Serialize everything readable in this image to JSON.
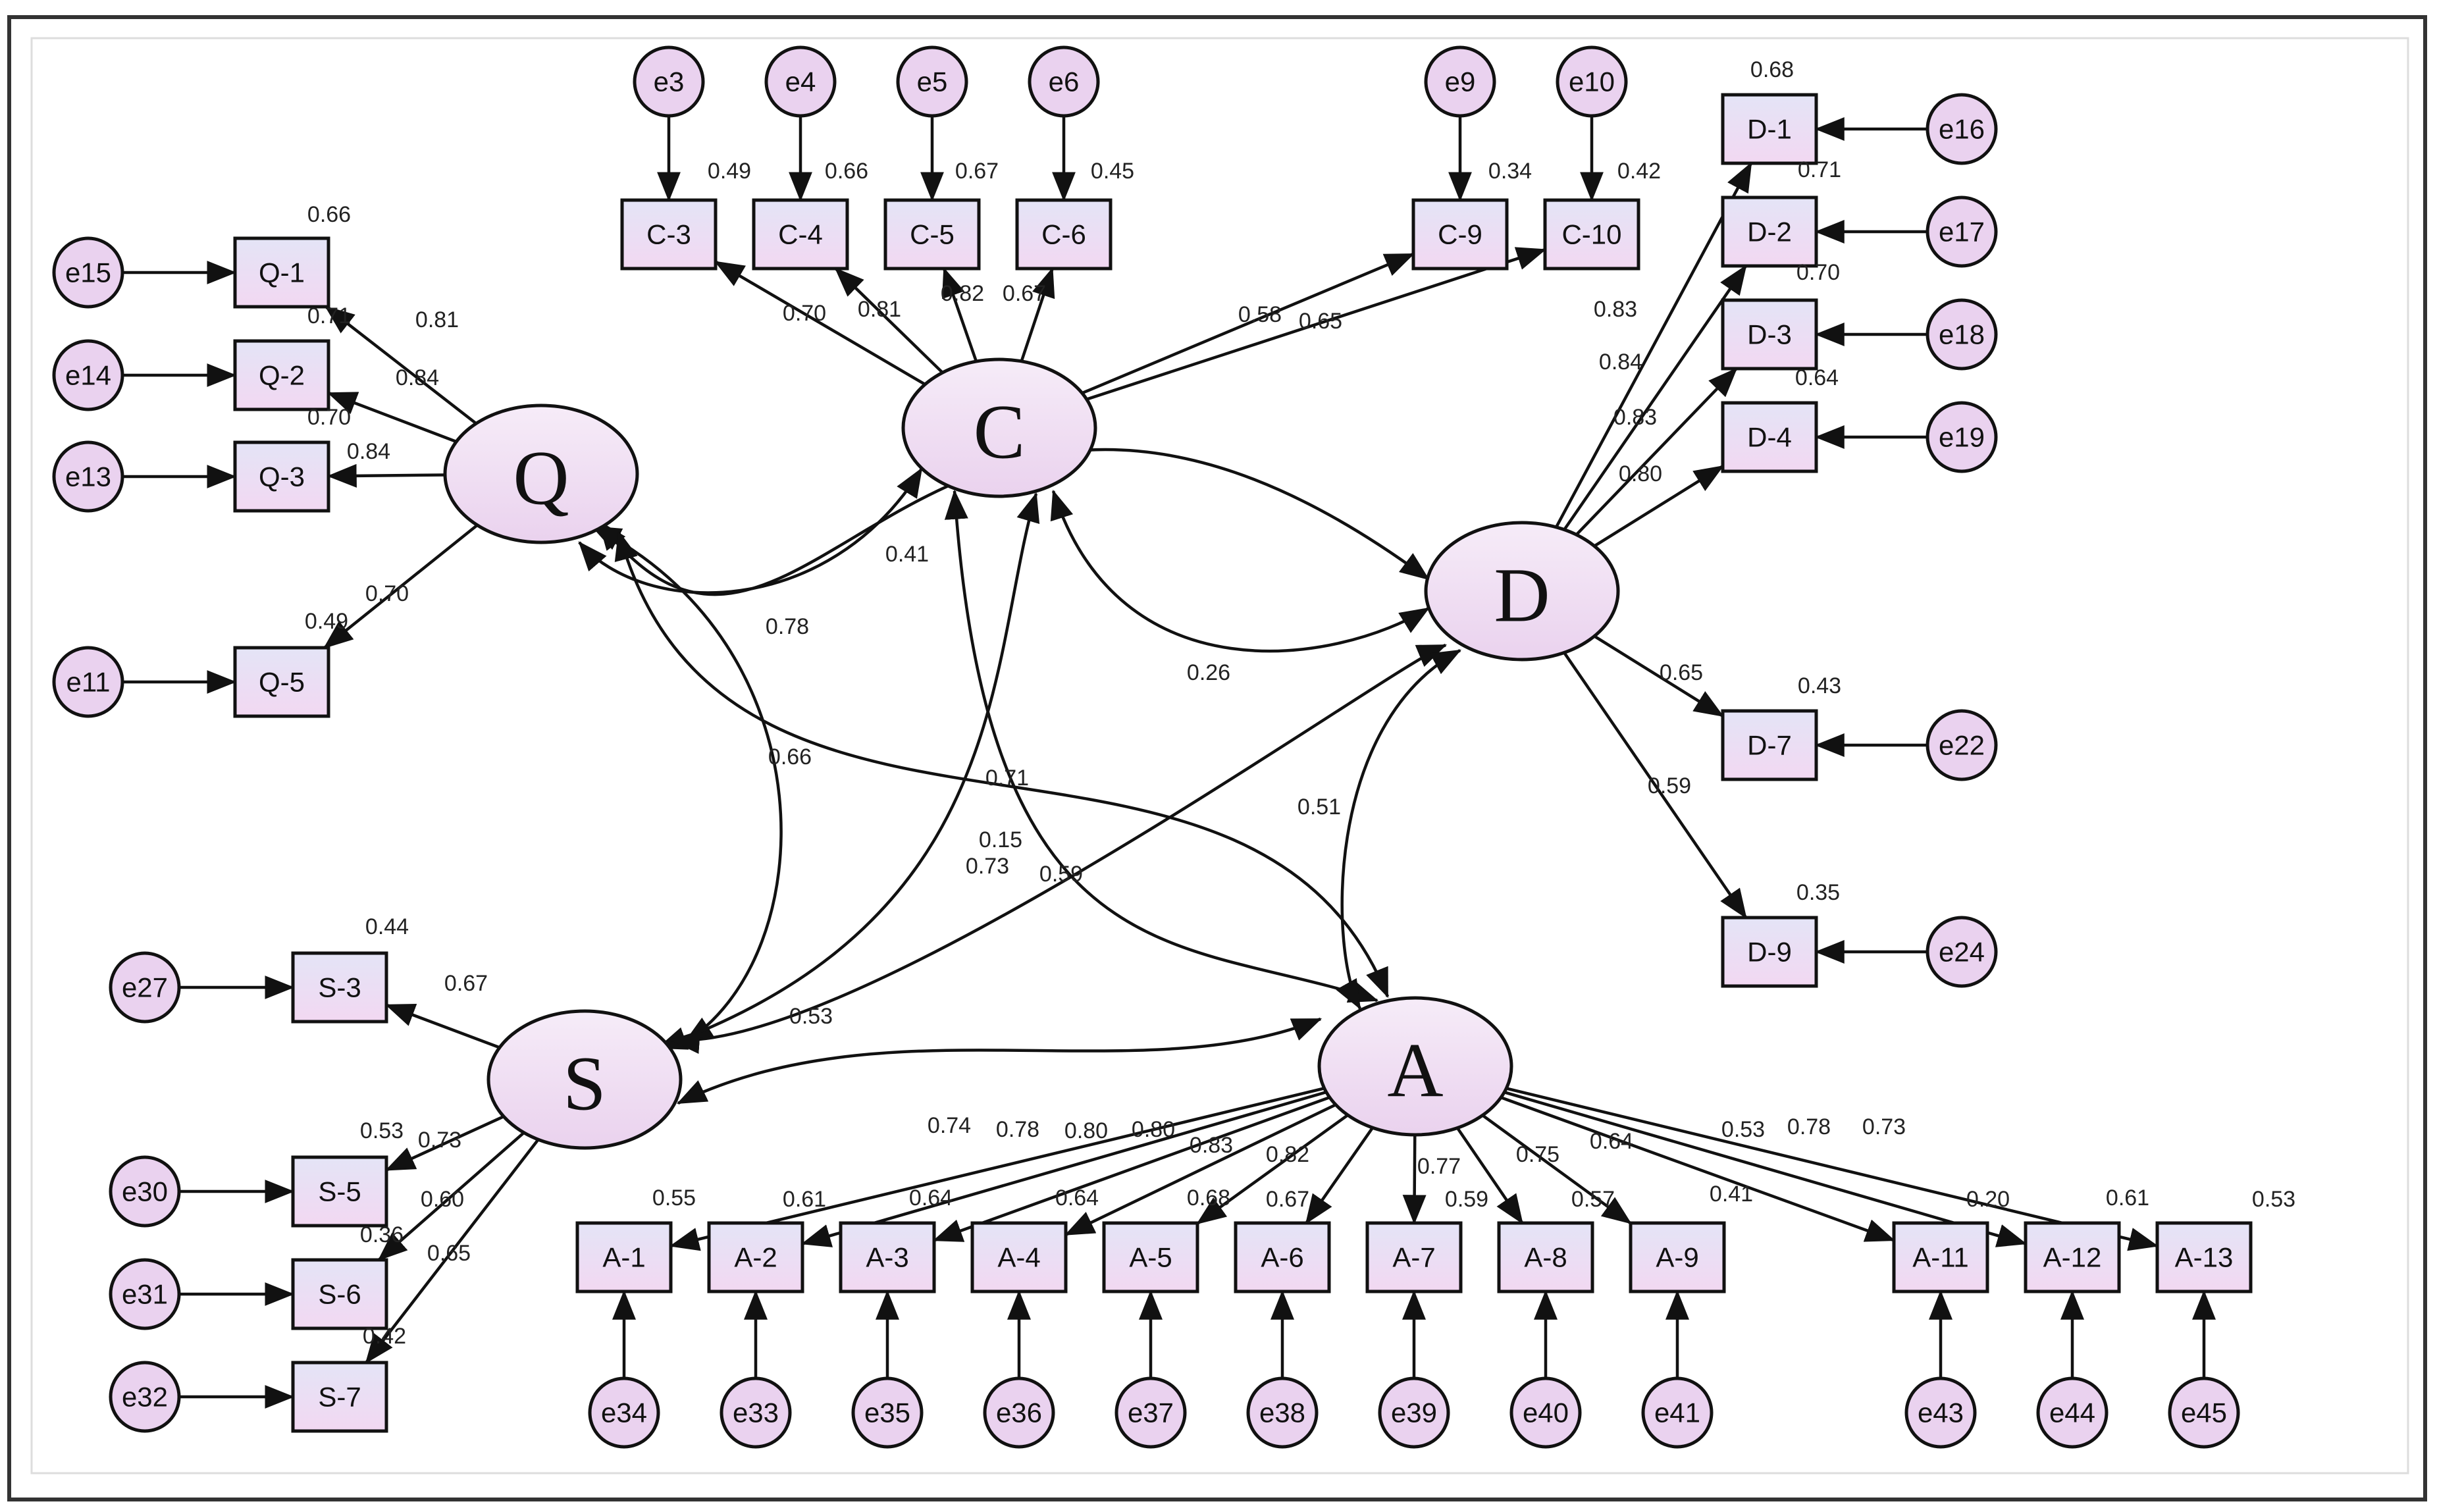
{
  "colors": {
    "latent_fill_top": "#f6ecf8",
    "latent_fill_bottom": "#ead2ee",
    "indicator_fill_top": "#e4e4f6",
    "indicator_fill_bottom": "#f2d8f2",
    "error_fill": "#ead2ef",
    "stroke": "#111111",
    "background": "#ffffff"
  },
  "latents": [
    {
      "id": "Q",
      "label": "Q"
    },
    {
      "id": "C",
      "label": "C"
    },
    {
      "id": "D",
      "label": "D"
    },
    {
      "id": "S",
      "label": "S"
    },
    {
      "id": "A",
      "label": "A"
    }
  ],
  "indicators": [
    {
      "id": "Q-1",
      "label": "Q-1",
      "latent": "Q",
      "error": "e15",
      "loading": "0.81",
      "r2": "0.66"
    },
    {
      "id": "Q-2",
      "label": "Q-2",
      "latent": "Q",
      "error": "e14",
      "loading": "0.84",
      "r2": "0.71"
    },
    {
      "id": "Q-3",
      "label": "Q-3",
      "latent": "Q",
      "error": "e13",
      "loading": "0.84",
      "r2": "0.70"
    },
    {
      "id": "Q-5",
      "label": "Q-5",
      "latent": "Q",
      "error": "e11",
      "loading": "0.70",
      "r2": "0.49"
    },
    {
      "id": "C-3",
      "label": "C-3",
      "latent": "C",
      "error": "e3",
      "loading": "0.70",
      "r2": "0.49"
    },
    {
      "id": "C-4",
      "label": "C-4",
      "latent": "C",
      "error": "e4",
      "loading": "0.81",
      "r2": "0.66"
    },
    {
      "id": "C-5",
      "label": "C-5",
      "latent": "C",
      "error": "e5",
      "loading": "0.82",
      "r2": "0.67"
    },
    {
      "id": "C-6",
      "label": "C-6",
      "latent": "C",
      "error": "e6",
      "loading": "0.67",
      "r2": "0.45"
    },
    {
      "id": "C-9",
      "label": "C-9",
      "latent": "C",
      "error": "e9",
      "loading": "0.58",
      "r2": "0.34"
    },
    {
      "id": "C-10",
      "label": "C-10",
      "latent": "C",
      "error": "e10",
      "loading": "0.65",
      "r2": "0.42"
    },
    {
      "id": "D-1",
      "label": "D-1",
      "latent": "D",
      "error": "e16",
      "loading": "0.83",
      "r2": "0.68"
    },
    {
      "id": "D-2",
      "label": "D-2",
      "latent": "D",
      "error": "e17",
      "loading": "0.84",
      "r2": "0.71"
    },
    {
      "id": "D-3",
      "label": "D-3",
      "latent": "D",
      "error": "e18",
      "loading": "0.83",
      "r2": "0.70"
    },
    {
      "id": "D-4",
      "label": "D-4",
      "latent": "D",
      "error": "e19",
      "loading": "0.80",
      "r2": "0.64"
    },
    {
      "id": "D-7",
      "label": "D-7",
      "latent": "D",
      "error": "e22",
      "loading": "0.65",
      "r2": "0.43"
    },
    {
      "id": "D-9",
      "label": "D-9",
      "latent": "D",
      "error": "e24",
      "loading": "0.59",
      "r2": "0.35"
    },
    {
      "id": "S-3",
      "label": "S-3",
      "latent": "S",
      "error": "e27",
      "loading": "0.67",
      "r2": "0.44"
    },
    {
      "id": "S-5",
      "label": "S-5",
      "latent": "S",
      "error": "e30",
      "loading": "0.73",
      "r2": "0.53"
    },
    {
      "id": "S-6",
      "label": "S-6",
      "latent": "S",
      "error": "e31",
      "loading": "0.60",
      "r2": "0.36"
    },
    {
      "id": "S-7",
      "label": "S-7",
      "latent": "S",
      "error": "e32",
      "loading": "0.65",
      "r2": "0.42"
    },
    {
      "id": "A-1",
      "label": "A-1",
      "latent": "A",
      "error": "e34",
      "loading": "0.74",
      "r2": "0.55"
    },
    {
      "id": "A-2",
      "label": "A-2",
      "latent": "A",
      "error": "e33",
      "loading": "0.78",
      "r2": "0.61"
    },
    {
      "id": "A-3",
      "label": "A-3",
      "latent": "A",
      "error": "e35",
      "loading": "0.80",
      "r2": "0.64"
    },
    {
      "id": "A-4",
      "label": "A-4",
      "latent": "A",
      "error": "e36",
      "loading": "0.80",
      "r2": "0.64"
    },
    {
      "id": "A-5",
      "label": "A-5",
      "latent": "A",
      "error": "e37",
      "loading": "0.83",
      "r2": "0.68"
    },
    {
      "id": "A-6",
      "label": "A-6",
      "latent": "A",
      "error": "e38",
      "loading": "0.82",
      "r2": "0.67"
    },
    {
      "id": "A-7",
      "label": "A-7",
      "latent": "A",
      "error": "e39",
      "loading": "0.77",
      "r2": "0.59"
    },
    {
      "id": "A-8",
      "label": "A-8",
      "latent": "A",
      "error": "e40",
      "loading": "0.75",
      "r2": "0.57"
    },
    {
      "id": "A-9",
      "label": "A-9",
      "latent": "A",
      "error": "e41",
      "loading": "0.64",
      "r2": "0.41"
    },
    {
      "id": "A-11",
      "label": "A-11",
      "latent": "A",
      "error": "e43",
      "loading": "0.53",
      "r2": "0.20"
    },
    {
      "id": "A-12",
      "label": "A-12",
      "latent": "A",
      "error": "e44",
      "loading": "0.78",
      "r2": "0.61"
    },
    {
      "id": "A-13",
      "label": "A-13",
      "latent": "A",
      "error": "e45",
      "loading": "0.73",
      "r2": "0.53"
    }
  ],
  "correlations": [
    {
      "a": "Q",
      "b": "C",
      "value": "0.41"
    },
    {
      "a": "Q",
      "b": "D",
      "value": "0.78"
    },
    {
      "a": "Q",
      "b": "S",
      "value": "0.66"
    },
    {
      "a": "Q",
      "b": "A",
      "value": "0.71"
    },
    {
      "a": "C",
      "b": "D",
      "value": "0.26"
    },
    {
      "a": "C",
      "b": "S",
      "value": "0.15"
    },
    {
      "a": "C",
      "b": "A",
      "value": "0.59"
    },
    {
      "a": "D",
      "b": "S",
      "value": "0.73"
    },
    {
      "a": "D",
      "b": "A",
      "value": "0.51"
    },
    {
      "a": "S",
      "b": "A",
      "value": "0.53"
    }
  ]
}
